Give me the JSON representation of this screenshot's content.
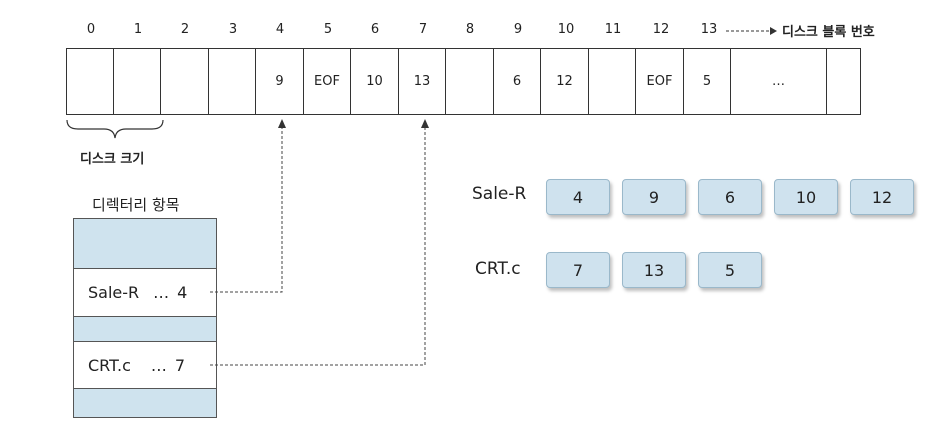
{
  "disk": {
    "indices": [
      "0",
      "1",
      "2",
      "3",
      "4",
      "5",
      "6",
      "7",
      "8",
      "9",
      "10",
      "11",
      "12",
      "13"
    ],
    "axis_label": "디스크 블록 번호",
    "cells": [
      "",
      "",
      "",
      "",
      "9",
      "EOF",
      "10",
      "13",
      "",
      "6",
      "12",
      "",
      "EOF",
      "5",
      "…",
      ""
    ],
    "block_size_label": "디스크 크기"
  },
  "directory": {
    "title": "디렉터리 항목",
    "entries": [
      {
        "name": "Sale-R",
        "dots": "…",
        "start": "4"
      },
      {
        "name": "CRT.c",
        "dots": "…",
        "start": "7"
      }
    ]
  },
  "chains": [
    {
      "name": "Sale-R",
      "blocks": [
        "4",
        "9",
        "6",
        "10",
        "12"
      ]
    },
    {
      "name": "CRT.c",
      "blocks": [
        "7",
        "13",
        "5"
      ]
    }
  ],
  "colors": {
    "block_fill": "#cfe2ee",
    "directory_shade": "#cfe3ee"
  }
}
